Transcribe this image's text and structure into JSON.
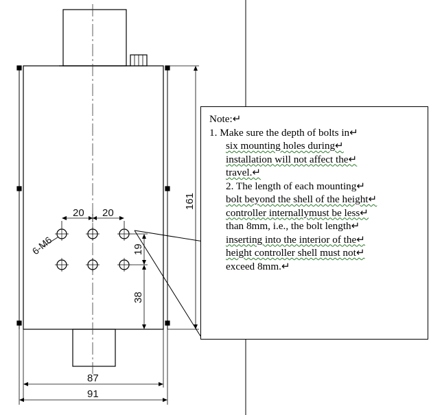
{
  "drawing": {
    "dimensions": {
      "spacing_left": "20",
      "spacing_right": "20",
      "hole_pitch_vertical": "19",
      "hole_from_bottom": "38",
      "body_height": "161",
      "inner_width": "87",
      "outer_width": "91",
      "hole_callout": "6-M6"
    },
    "colors": {
      "line": "#000000",
      "centerline": "#333333",
      "wavy_underline": "#2a7a2a"
    }
  },
  "note": {
    "title": "Note:↵",
    "item1": {
      "l1": "1. Make sure the depth of bolts in↵",
      "l2": "six mounting holes during↵",
      "l3": "installation will not affect the↵",
      "l4": "travel.↵"
    },
    "item2": {
      "l1": "2. The length of each mounting↵",
      "l2": "bolt beyond the shell of the height↵",
      "l3": "controller internallymust be less↵",
      "l4": "than 8mm, i.e., the bolt length↵",
      "l5": "inserting into the interior of the↵",
      "l6": "height controller shell must not↵",
      "l7": "exceed 8mm.↵"
    }
  }
}
